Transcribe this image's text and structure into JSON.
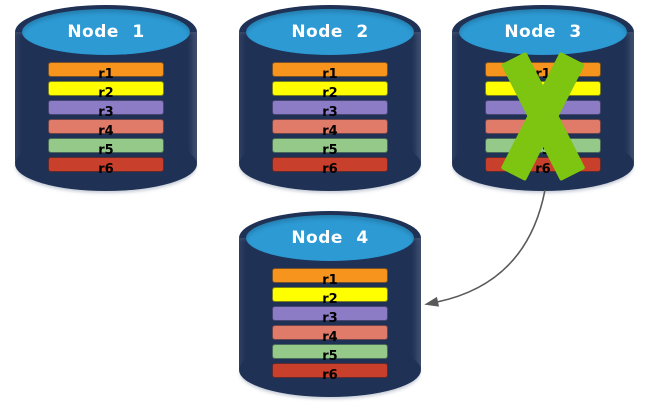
{
  "diagram": {
    "nodes": [
      {
        "title": "Node 1",
        "failed": false,
        "rows": [
          {
            "label": "r1",
            "color": "#f7941e"
          },
          {
            "label": "r2",
            "color": "#ffff00"
          },
          {
            "label": "r3",
            "color": "#8c7cc5"
          },
          {
            "label": "r4",
            "color": "#e07b6a"
          },
          {
            "label": "r5",
            "color": "#95c98a"
          },
          {
            "label": "r6",
            "color": "#c8402b"
          }
        ]
      },
      {
        "title": "Node 2",
        "failed": false,
        "rows": [
          {
            "label": "r1",
            "color": "#f7941e"
          },
          {
            "label": "r2",
            "color": "#ffff00"
          },
          {
            "label": "r3",
            "color": "#8c7cc5"
          },
          {
            "label": "r4",
            "color": "#e07b6a"
          },
          {
            "label": "r5",
            "color": "#95c98a"
          },
          {
            "label": "r6",
            "color": "#c8402b"
          }
        ]
      },
      {
        "title": "Node 3",
        "failed": true,
        "rows": [
          {
            "label": "r1",
            "color": "#f7941e"
          },
          {
            "label": "r2",
            "color": "#ffff00"
          },
          {
            "label": "r3",
            "color": "#8c7cc5"
          },
          {
            "label": "r4",
            "color": "#e07b6a"
          },
          {
            "label": "r5",
            "color": "#95c98a"
          },
          {
            "label": "r6",
            "color": "#c8402b"
          }
        ]
      },
      {
        "title": "Node 4",
        "failed": false,
        "rows": [
          {
            "label": "r1",
            "color": "#f7941e"
          },
          {
            "label": "r2",
            "color": "#ffff00"
          },
          {
            "label": "r3",
            "color": "#8c7cc5"
          },
          {
            "label": "r4",
            "color": "#e07b6a"
          },
          {
            "label": "r5",
            "color": "#95c98a"
          },
          {
            "label": "r6",
            "color": "#c8402b"
          }
        ]
      }
    ],
    "arrow": {
      "from": "Node 3",
      "to": "Node 4"
    },
    "colors": {
      "cylinder_body": "#1f3155",
      "cylinder_cap": "#2d9ad4",
      "failure_x": "#7dc510",
      "arrow": "#595959"
    }
  }
}
